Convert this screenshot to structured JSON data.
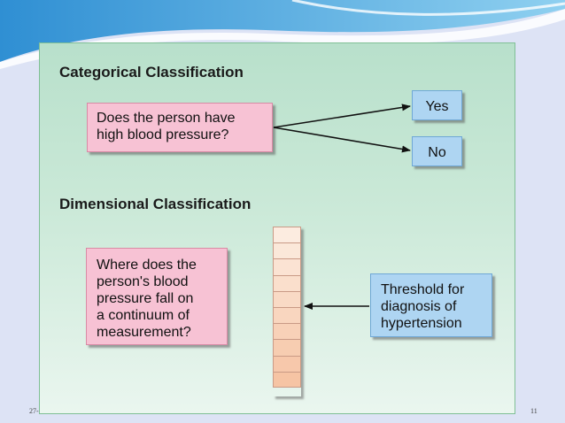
{
  "categorical": {
    "heading": "Categorical Classification",
    "question_lines": [
      "Does the person have",
      "high blood pressure?"
    ],
    "yes_label": "Yes",
    "no_label": "No"
  },
  "dimensional": {
    "heading": "Dimensional Classification",
    "question_lines": [
      "Where does the",
      "person's blood",
      "pressure fall on",
      "a continuum of",
      "measurement?"
    ],
    "threshold_lines": [
      "Threshold for",
      "diagnosis of",
      "hypertension"
    ],
    "scale_cells": 10
  },
  "footer": {
    "date_fragment": "27-",
    "page_number": "11"
  },
  "colors": {
    "pink_box": "#f7c2d4",
    "blue_box": "#aed5f2",
    "panel_green": "#b8e0cb"
  }
}
